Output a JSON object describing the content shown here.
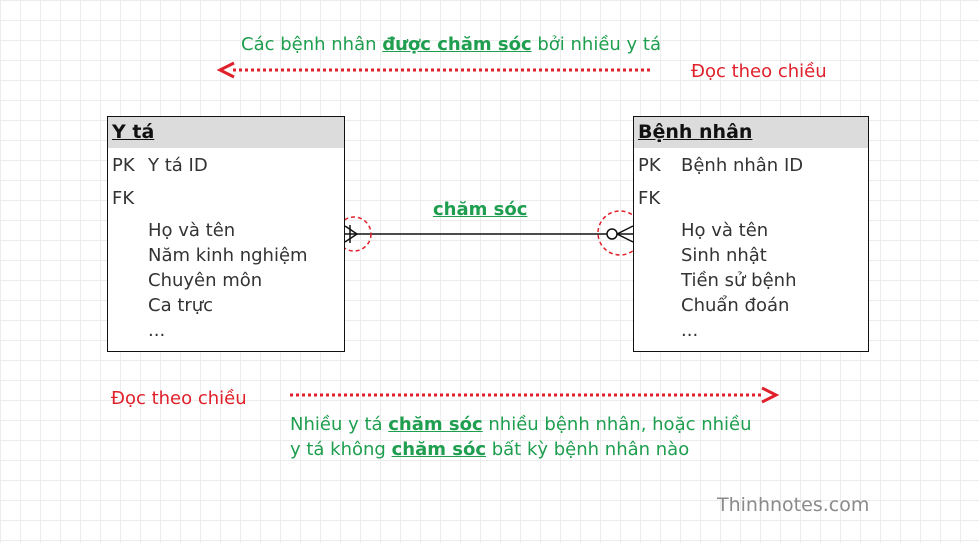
{
  "top_note": {
    "before": "Các bệnh nhân ",
    "emphasis": "được chăm sóc",
    "after": " bởi nhiều y tá"
  },
  "read_direction_top": "Đọc theo chiều",
  "read_direction_bottom": "Đọc theo chiều",
  "entities": {
    "nurse": {
      "name": "Y tá",
      "pk_label": "PK",
      "pk_value": "Y tá ID",
      "fk_label": "FK",
      "attributes": [
        "Họ và tên",
        "Năm kinh nghiệm",
        "Chuyên môn",
        "Ca trực",
        "..."
      ]
    },
    "patient": {
      "name": "Bệnh nhân",
      "pk_label": "PK",
      "pk_value": "Bệnh nhân ID",
      "fk_label": "FK",
      "attributes": [
        "Họ và tên",
        "Sinh nhật",
        "Tiền sử bệnh",
        "Chuẩn đoán",
        "..."
      ]
    }
  },
  "relationship_label": "chăm sóc",
  "bottom_note": {
    "line1_before": "Nhiều y tá ",
    "line1_emphasis": "chăm sóc",
    "line1_after": " nhiều bệnh nhân, hoặc nhiều",
    "line2_before": "y tá không ",
    "line2_emphasis": "chăm sóc",
    "line2_after": " bất kỳ bệnh nhân nào"
  },
  "watermark": "Thinhnotes.com",
  "colors": {
    "note_green": "#1e9e4e",
    "direction_red": "#e0202a",
    "header_gray": "#dcdcdc"
  }
}
